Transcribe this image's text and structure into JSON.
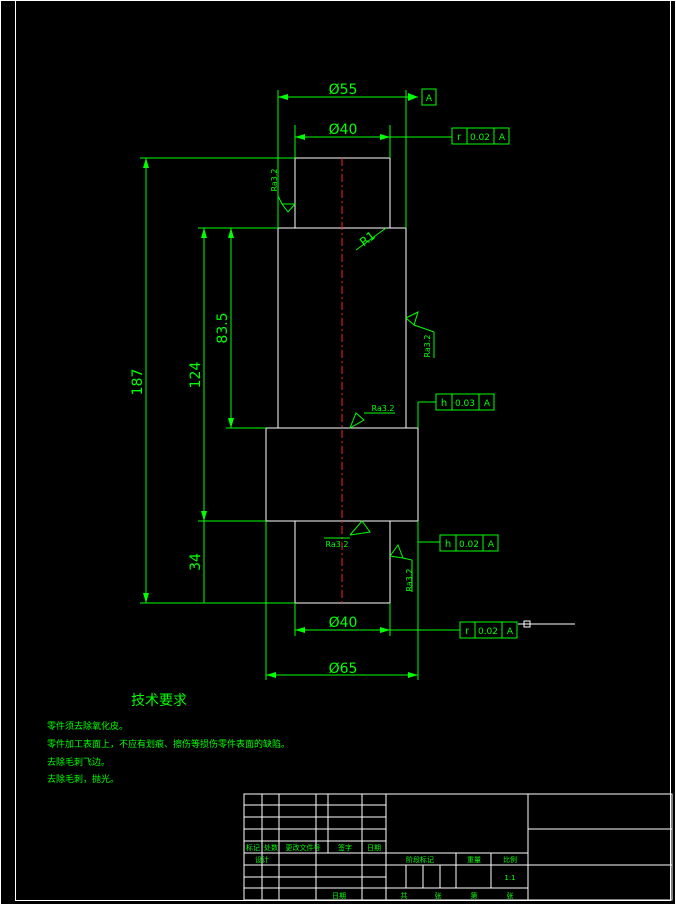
{
  "dimensions": {
    "dia_55": "Ø55",
    "dia_40_top": "Ø40",
    "dia_40_bottom": "Ø40",
    "dia_65": "Ø65",
    "len_187": "187",
    "len_124": "124",
    "len_83_5": "83.5",
    "len_34": "34",
    "radius": "R1"
  },
  "datum": "A",
  "tolerances": {
    "top": {
      "symbol": "r",
      "value": "0.02",
      "datum": "A"
    },
    "mid": {
      "symbol": "h",
      "value": "0.03",
      "datum": "A"
    },
    "lower": {
      "symbol": "h",
      "value": "0.02",
      "datum": "A"
    },
    "bottom": {
      "symbol": "r",
      "value": "0.02",
      "datum": "A"
    }
  },
  "roughness": {
    "r1": "Ra3.2",
    "r2": "Ra3.2",
    "r3": "Ra3.2",
    "r4": "Ra3.2",
    "r5": "Ra3.2"
  },
  "tech_requirements": {
    "title": "技术要求",
    "lines": [
      "零件须去除氧化皮。",
      "零件加工表面上，不应有划痕、擦伤等损伤零件表面的缺陷。",
      "去除毛刺飞边。",
      "去除毛刺，抛光。"
    ]
  },
  "title_block": {
    "row_labels": [
      "标记",
      "处数",
      "更改文件号",
      "签字",
      "日期"
    ],
    "design": "设计",
    "stage_labels": [
      "阶段标记",
      "重量",
      "比例"
    ],
    "scale": "1:1",
    "sheet_labels": [
      "共",
      "张",
      "第",
      "张"
    ],
    "approve": "日期"
  }
}
